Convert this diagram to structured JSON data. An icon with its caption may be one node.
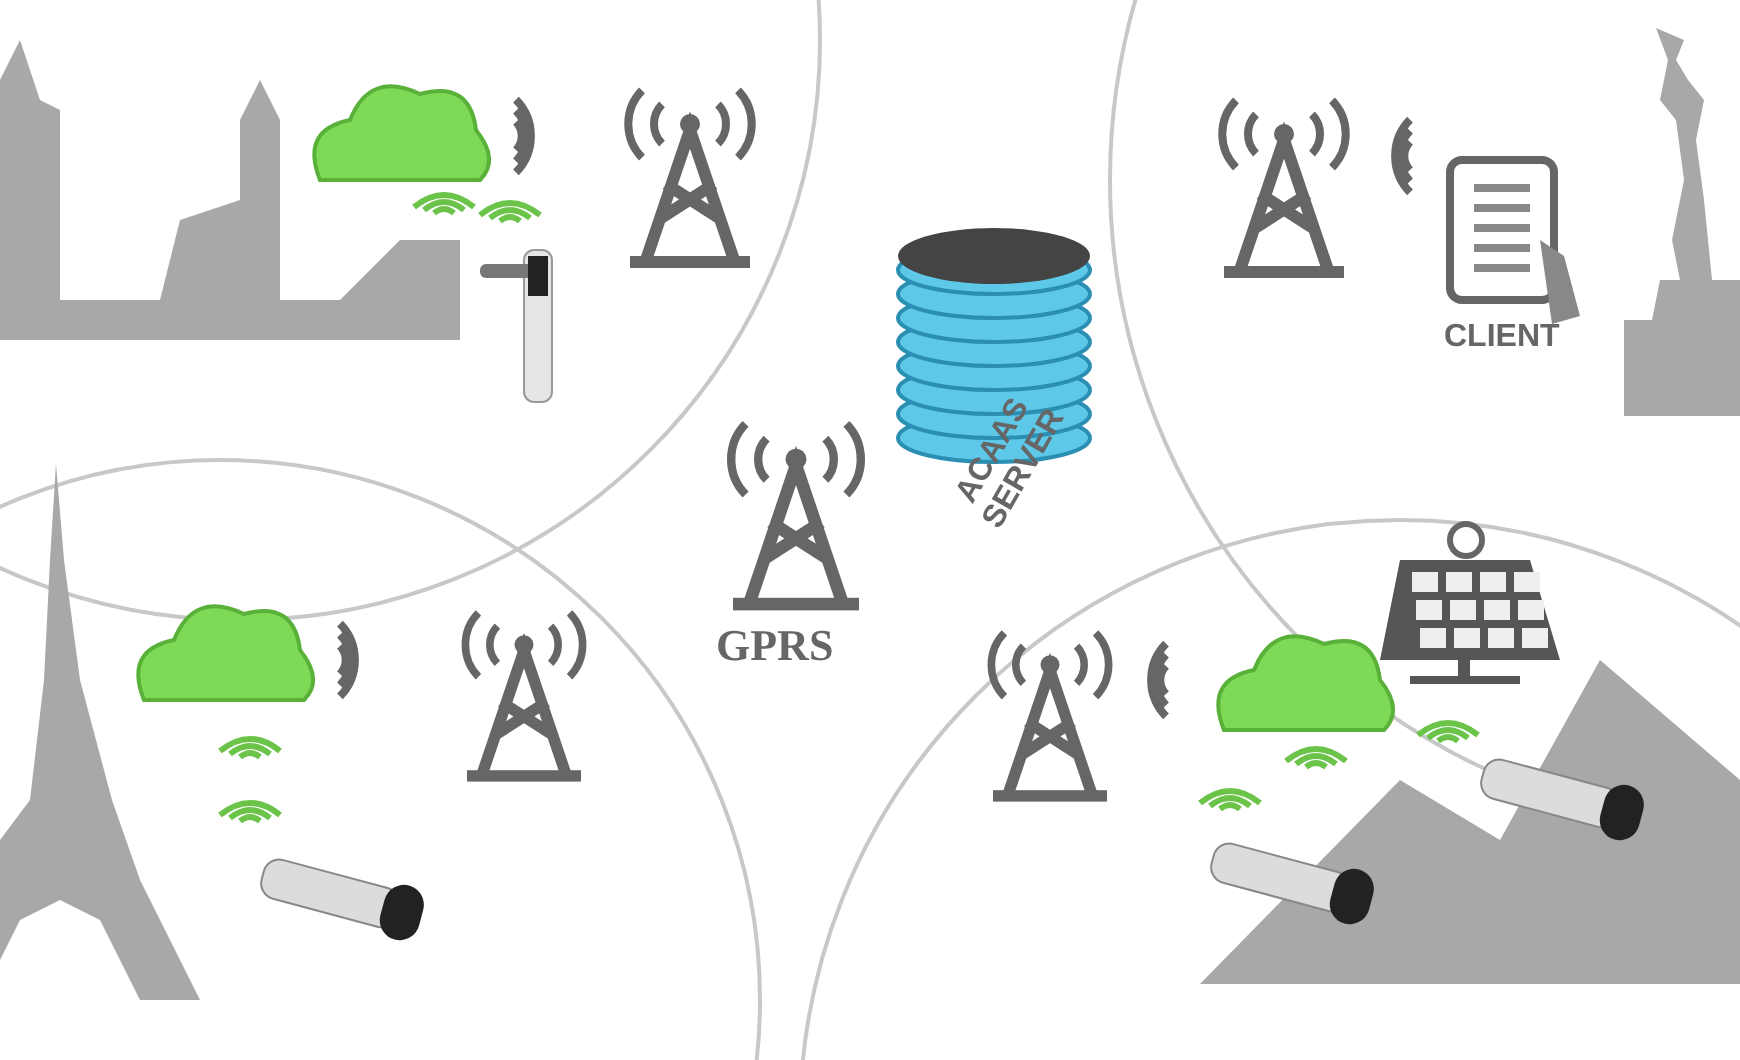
{
  "diagram": {
    "labels": [
      "CLIENT",
      "ACAAS SERVER",
      "GPRS"
    ]
  }
}
